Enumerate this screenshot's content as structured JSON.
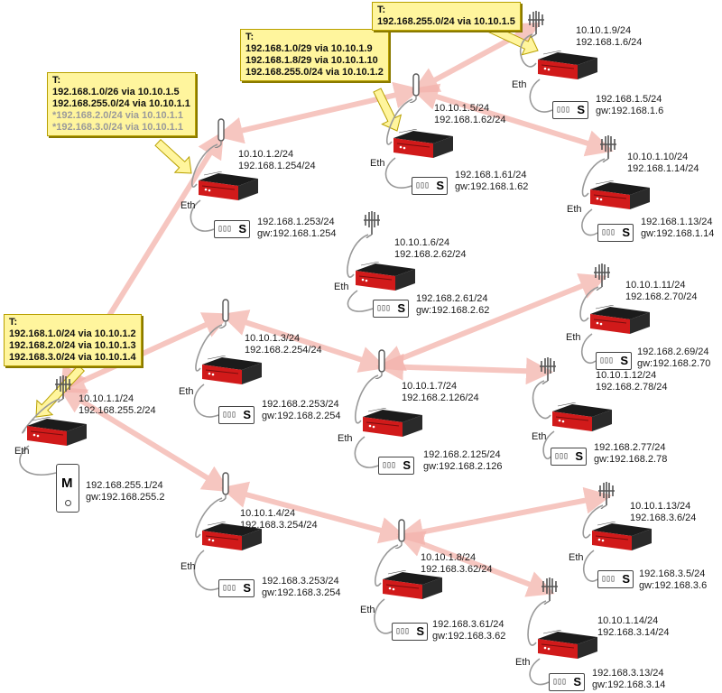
{
  "colors": {
    "link": "#f4b3ac",
    "tooltip_fill": "#fff59d",
    "tooltip_border": "#b8a000",
    "router_red": "#d11a1a",
    "router_black": "#1b1b1b"
  },
  "common": {
    "eth": "Eth",
    "switch_letter": "S",
    "host_letter": "M"
  },
  "routers": [
    {
      "id": "r1",
      "wan": "10.10.1.1/24",
      "lan": "192.168.255.2/24",
      "host_ip": "192.168.255.1/24",
      "host_gw": "gw:192.168.255.2",
      "antenna": "yagi",
      "host": "master"
    },
    {
      "id": "r2",
      "wan": "10.10.1.2/24",
      "lan": "192.168.1.254/24",
      "host_ip": "192.168.1.253/24",
      "host_gw": "gw:192.168.1.254",
      "antenna": "omni"
    },
    {
      "id": "r3",
      "wan": "10.10.1.3/24",
      "lan": "192.168.2.254/24",
      "host_ip": "192.168.2.253/24",
      "host_gw": "gw:192.168.2.254",
      "antenna": "omni"
    },
    {
      "id": "r4",
      "wan": "10.10.1.4/24",
      "lan": "192.168.3.254/24",
      "host_ip": "192.168.3.253/24",
      "host_gw": "gw:192.168.3.254",
      "antenna": "omni"
    },
    {
      "id": "r5",
      "wan": "10.10.1.5/24",
      "lan": "192.168.1.62/24",
      "host_ip": "192.168.1.61/24",
      "host_gw": "gw:192.168.1.62",
      "antenna": "omni"
    },
    {
      "id": "r6",
      "wan": "10.10.1.6/24",
      "lan": "192.168.2.62/24",
      "host_ip": "192.168.2.61/24",
      "host_gw": "gw:192.168.2.62",
      "antenna": "yagi"
    },
    {
      "id": "r7",
      "wan": "10.10.1.7/24",
      "lan": "192.168.2.126/24",
      "host_ip": "192.168.2.125/24",
      "host_gw": "gw:192.168.2.126",
      "antenna": "omni"
    },
    {
      "id": "r8",
      "wan": "10.10.1.8/24",
      "lan": "192.168.3.62/24",
      "host_ip": "192.168.3.61/24",
      "host_gw": "gw:192.168.3.62",
      "antenna": "omni"
    },
    {
      "id": "r9",
      "wan": "10.10.1.9/24",
      "lan": "192.168.1.6/24",
      "host_ip": "192.168.1.5/24",
      "host_gw": "gw:192.168.1.6",
      "antenna": "yagi"
    },
    {
      "id": "r10",
      "wan": "10.10.1.10/24",
      "lan": "192.168.1.14/24",
      "host_ip": "192.168.1.13/24",
      "host_gw": "gw:192.168.1.14",
      "antenna": "yagi"
    },
    {
      "id": "r11",
      "wan": "10.10.1.11/24",
      "lan": "192.168.2.70/24",
      "host_ip": "192.168.2.69/24",
      "host_gw": "gw:192.168.2.70",
      "antenna": "yagi"
    },
    {
      "id": "r12",
      "wan": "10.10.1.12/24",
      "lan": "192.168.2.78/24",
      "host_ip": "192.168.2.77/24",
      "host_gw": "gw:192.168.2.78",
      "antenna": "yagi"
    },
    {
      "id": "r13",
      "wan": "10.10.1.13/24",
      "lan": "192.168.3.6/24",
      "host_ip": "192.168.3.5/24",
      "host_gw": "gw:192.168.3.6",
      "antenna": "yagi"
    },
    {
      "id": "r14",
      "wan": "10.10.1.14/24",
      "lan": "192.168.3.14/24",
      "host_ip": "192.168.3.13/24",
      "host_gw": "gw:192.168.3.14",
      "antenna": "yagi"
    }
  ],
  "route_tables": {
    "r1": {
      "title": "T:",
      "lines": [
        {
          "text": "192.168.1.0/24 via 10.10.1.2",
          "dim": false
        },
        {
          "text": "192.168.2.0/24 via 10.10.1.3",
          "dim": false
        },
        {
          "text": "192.168.3.0/24 via 10.10.1.4",
          "dim": false
        }
      ]
    },
    "r2": {
      "title": "T:",
      "lines": [
        {
          "text": "192.168.1.0/26 via 10.10.1.5",
          "dim": false
        },
        {
          "text": "192.168.255.0/24 via 10.10.1.1",
          "dim": false
        },
        {
          "text": "*192.168.2.0/24 via 10.10.1.1",
          "dim": true
        },
        {
          "text": "*192.168.3.0/24 via 10.10.1.1",
          "dim": true
        }
      ]
    },
    "r5": {
      "title": "T:",
      "lines": [
        {
          "text": "192.168.1.0/29 via 10.10.1.9",
          "dim": false
        },
        {
          "text": "192.168.1.8/29 via 10.10.1.10",
          "dim": false
        },
        {
          "text": "192.168.255.0/24 via 10.10.1.2",
          "dim": false
        }
      ]
    },
    "r9": {
      "title": "T:",
      "lines": [
        {
          "text": "192.168.255.0/24 via 10.10.1.5",
          "dim": false
        }
      ]
    }
  }
}
